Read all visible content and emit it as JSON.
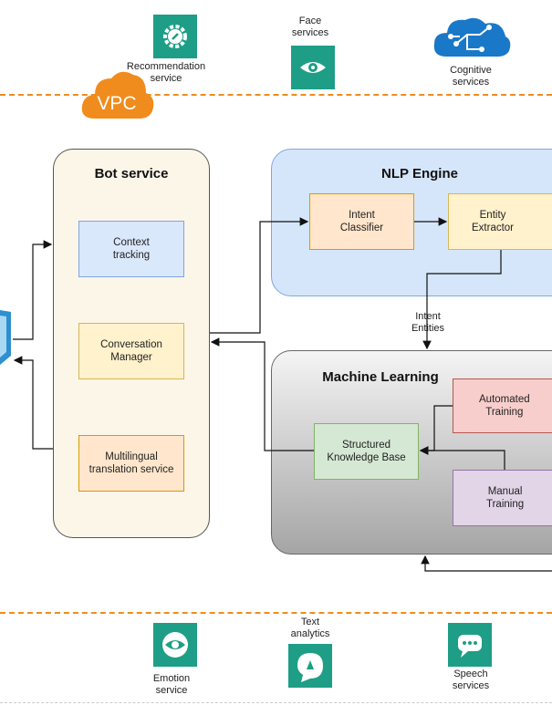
{
  "top_services": {
    "recommendation": "Recommendation\nservice",
    "face": "Face\nservices",
    "cognitive": "Cognitive\nservices"
  },
  "vpc_label": "VPC",
  "bot_service": {
    "title": "Bot service",
    "context_tracking": "Context\ntracking",
    "conversation_manager": "Conversation\nManager",
    "multilingual": "Multilingual\ntranslation service"
  },
  "nlp_engine": {
    "title": "NLP Engine",
    "intent_classifier": "Intent\nClassifier",
    "entity_extractor": "Entity\nExtractor"
  },
  "edge_label": "Intent\nEntities",
  "machine_learning": {
    "title": "Machine Learning",
    "automated_training": "Automated\nTraining",
    "structured_kb": "Structured\nKnowledge Base",
    "manual_training": "Manual\nTraining"
  },
  "bottom_services": {
    "emotion": "Emotion\nservice",
    "text_analytics": "Text\nanalytics",
    "speech": "Speech\nservices"
  },
  "colors": {
    "service_tile": "#1e9e86",
    "vpc_orange": "#f08c1e",
    "nlp_panel": "#d6e6fa",
    "bot_panel": "#fbf6e8",
    "blue_box": "#dae8fc",
    "yellow_box": "#fff2cc",
    "orange_box": "#ffe6cc",
    "red_box": "#f8cecc",
    "green_box": "#d5e8d4",
    "purple_box": "#e1d5e7"
  },
  "icons": [
    "gear-icon",
    "eye-icon",
    "cloud-network-icon",
    "vpc-cloud-icon",
    "speech-bubble-icon",
    "chat-icon",
    "client-icon"
  ]
}
